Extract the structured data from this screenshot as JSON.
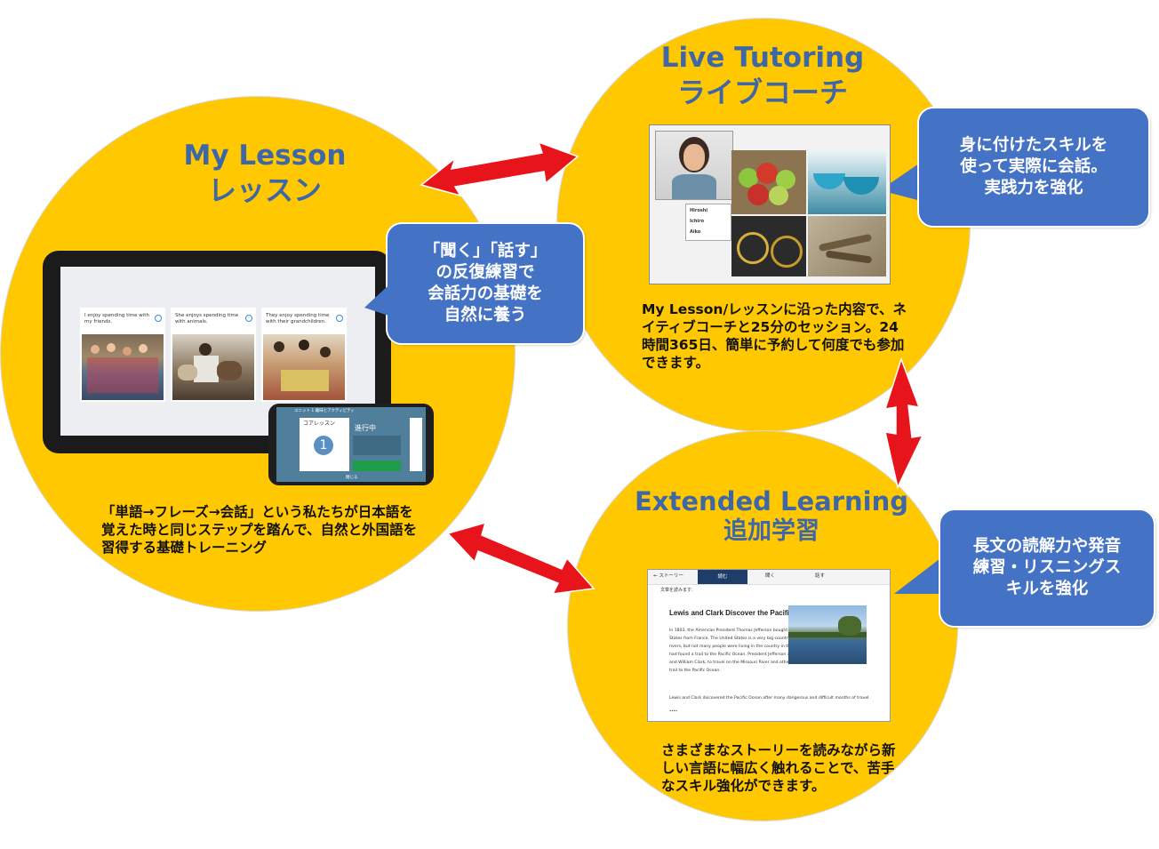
{
  "colors": {
    "circle": "#FFC800",
    "title": "#3F67A6",
    "callout": "#4472C4",
    "arrow": "#E8141B"
  },
  "my_lesson": {
    "title_en": "My Lesson",
    "title_jp": "レッスン",
    "desc": "「単語→フレーズ→会話」という私たちが日本語を覚えた時と同じステップを踏んで、自然と外国語を習得する基礎トレーニング",
    "callout": "「聞く」「話す」\nの反復練習で\n会話力の基礎を\n自然に養う",
    "cards": [
      {
        "text": "I enjoy spending time with my friends."
      },
      {
        "text": "She enjoys spending time with animals."
      },
      {
        "text": "They enjoy spending time with their grandchildren."
      }
    ],
    "phone": {
      "header": "ユニット 1 趣味とアクティビティ",
      "card_title": "コアレッスン",
      "card_number": "1",
      "status": "進行中",
      "footer": "閉じる"
    }
  },
  "live_tutoring": {
    "title_en": "Live Tutoring",
    "title_jp": "ライブコーチ",
    "desc": "My Lesson/レッスンに沿った内容で、ネイティブコーチと25分のセッション。24時間365日、簡単に予約して何度でも参加できます。",
    "callout": "身に付けたスキルを\n使って実際に会話。\n実践力を強化",
    "names": [
      "Hiroshi",
      "Ichiro",
      "Aiko"
    ]
  },
  "extended_learning": {
    "title_en": "Extended Learning",
    "title_jp": "追加学習",
    "desc": "さまざまなストーリーを読みながら新しい言語に幅広く触れることで、苦手なスキル強化ができます。",
    "callout": "長文の読解力や発音\n練習・リスニングス\nキルを強化",
    "tabs": [
      "← ストーリー",
      "読む",
      "聞く",
      "話す"
    ],
    "instruction": "文章を読みます:",
    "story_title": "Lewis and Clark Discover the Pacific",
    "story_body": "In 1803, the American President Thomas Jefferson bought almost a quarter of the United States from France. The United States is a very big country, with many tall mountains and big rivers, but not many people were living in the country in the nineteenth century, and no one had found a trail to the Pacific Ocean. President Jefferson asked two men, Meriwether Lewis and William Clark, to travel on the Missouri River and other rivers because he wanted to find a trail to the Pacific Ocean.",
    "story_body2": "Lewis and Clark discovered the Pacific Ocean after many dangerous and difficult months of travel.",
    "ellipsis": "....",
    "jp_footer": ""
  }
}
